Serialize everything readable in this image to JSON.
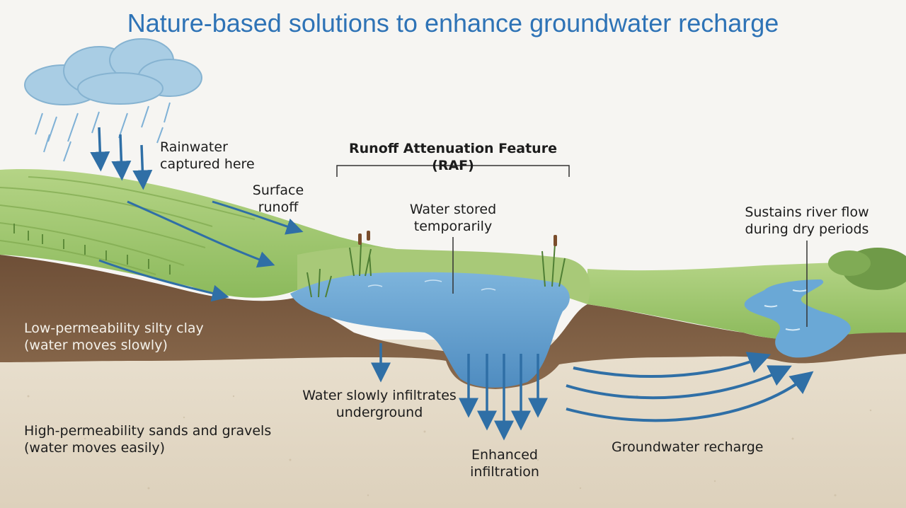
{
  "title": "Nature-based solutions to enhance groundwater recharge",
  "labels": {
    "rainwater": "Rainwater\ncaptured here",
    "surface_runoff": "Surface\nrunoff",
    "raf": "Runoff Attenuation Feature (RAF)",
    "water_stored": "Water stored\ntemporarily",
    "sustains": "Sustains river flow\nduring dry periods",
    "silty_clay": "Low-permeability silty clay\n(water moves slowly)",
    "sands_gravels": "High-permeability sands and gravels\n(water moves easily)",
    "slow_infiltrates": "Water slowly infiltrates\nunderground",
    "enhanced": "Enhanced\ninfiltration",
    "recharge": "Groundwater recharge"
  },
  "colors": {
    "title": "#2e73b6",
    "arrow": "#2f6fa6",
    "water": "#6fa9d6",
    "clay": "#7a5a40",
    "sand": "#e6dccb",
    "grass": "#9cc36a"
  }
}
